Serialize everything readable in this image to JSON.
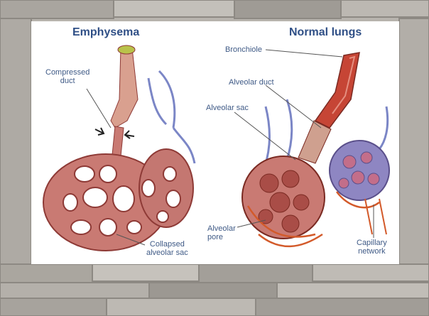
{
  "diagram": {
    "left_title": "Emphysema",
    "right_title": "Normal lungs",
    "labels": {
      "compressed_duct": "Compressed\nduct",
      "collapsed_alveolar_sac": "Collapsed\nalveolar sac",
      "bronchiole": "Bronchiole",
      "alveolar_duct": "Alveolar duct",
      "alveolar_sac": "Alveolar sac",
      "alveolar_pore": "Alveolar\npore",
      "capillary_network": "Capillary\nnetwork"
    }
  },
  "colors": {
    "title": "#2f4f86",
    "label": "#3f5a86",
    "tissue": "#c97a73",
    "tissue_dark": "#8e3a36",
    "vessel": "#7b86c6",
    "capillary": "#d35a2a"
  }
}
